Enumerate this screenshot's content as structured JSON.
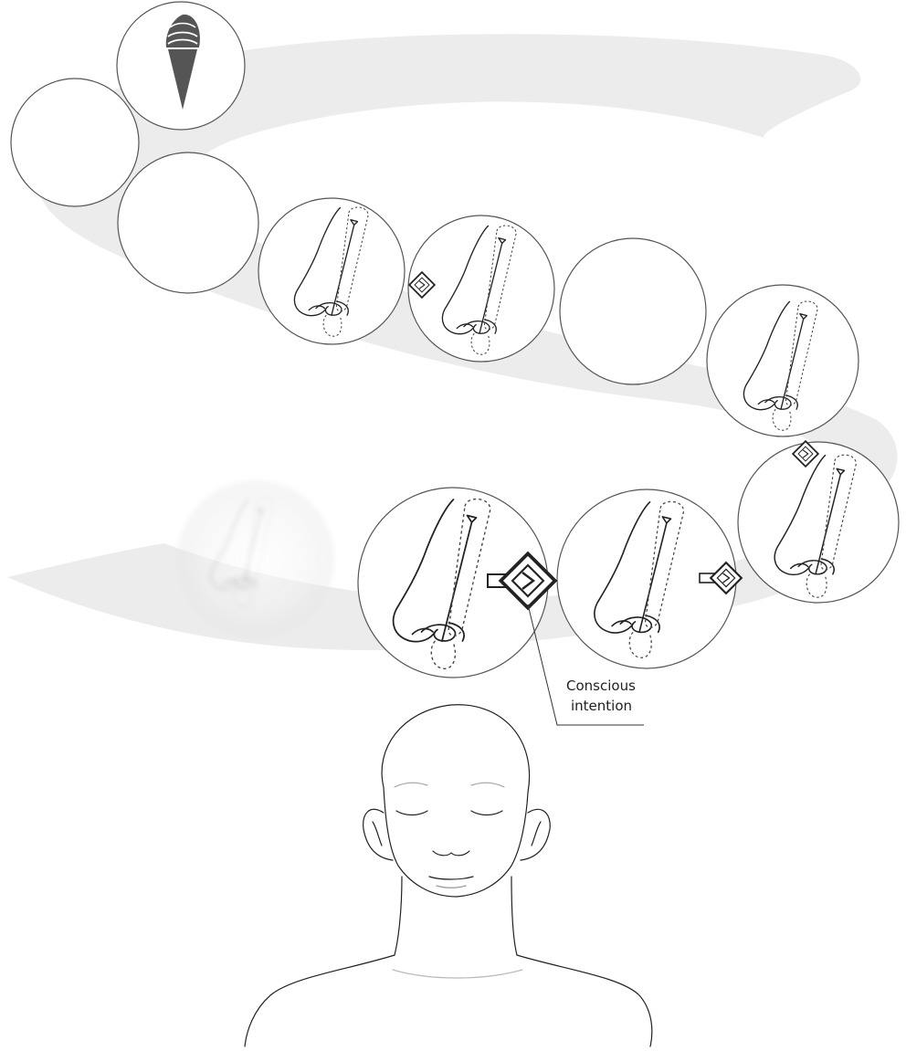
{
  "annotation": {
    "line1": "Conscious",
    "line2": "intention"
  },
  "colors": {
    "ribbon": "#e9e9e9",
    "bubble_stroke": "#555555",
    "ink": "#222222",
    "icecream": "#555555"
  },
  "icons": {
    "top_thought": "ice-cream-icon",
    "breath_cycle": "nose-breath-icon",
    "intention_marker": "diamond-arrow-icon",
    "faded_thought": "faded-nose-icon",
    "meditator": "meditating-person-figure"
  },
  "bubbles": {
    "empty_count": 3,
    "breath_count": 6
  }
}
